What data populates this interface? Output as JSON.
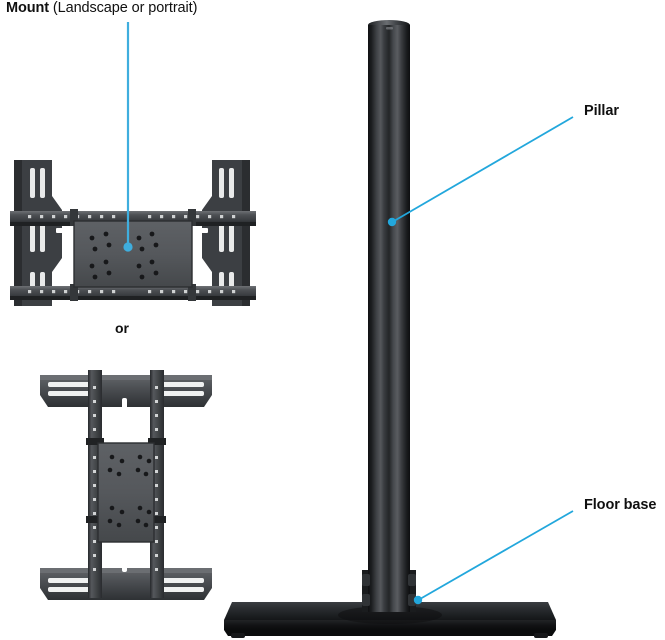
{
  "diagram": {
    "title_bold": "Mount",
    "title_regular": " (Landscape or portrait)",
    "separator": "or",
    "labels": {
      "pillar": "Pillar",
      "floor_base": "Floor base"
    },
    "colors": {
      "leader_line": "#3FAEDE",
      "text": "#101010",
      "metal_dark": "#2a2c2f",
      "metal_mid": "#54565a",
      "metal_light": "#86888c",
      "background": "#ffffff"
    },
    "parts": {
      "landscape_mount": "landscape-mount-bracket",
      "portrait_mount": "portrait-mount-bracket",
      "pillar": "vertical-pillar-column",
      "floor_base": "rectangular-floor-base-plate"
    }
  }
}
